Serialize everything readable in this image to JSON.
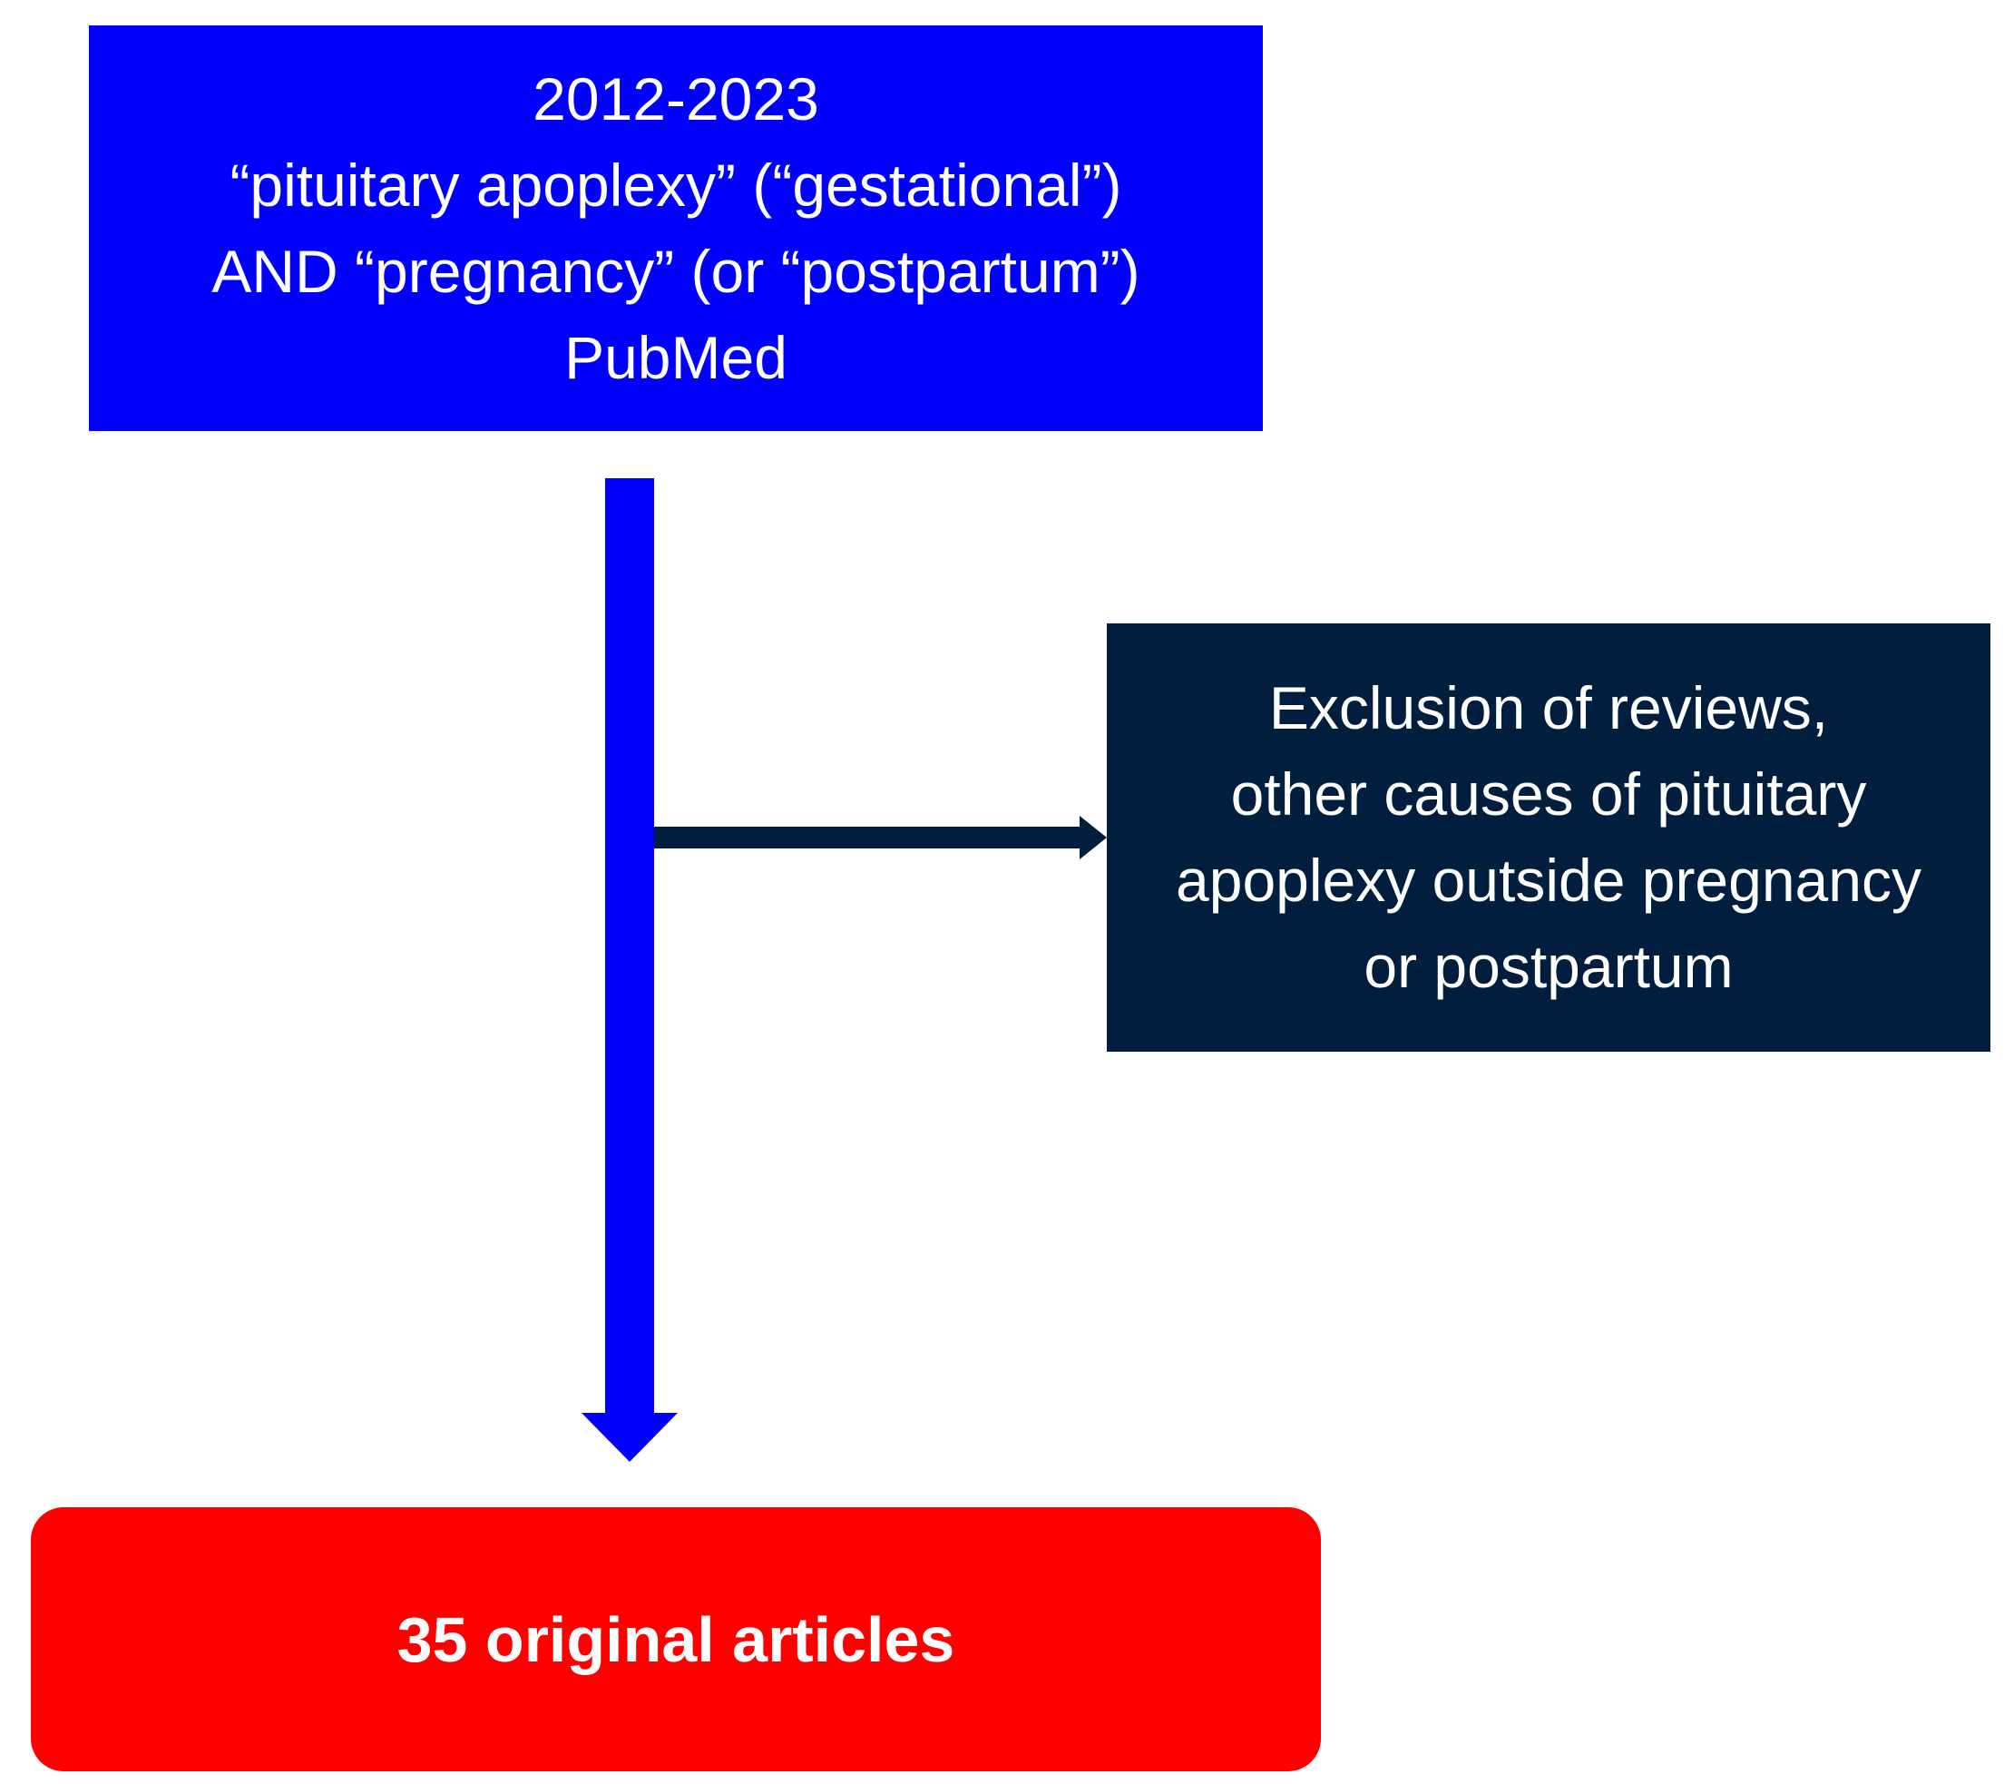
{
  "diagram": {
    "search": {
      "lines": [
        "2012-2023",
        "“pituitary apoplexy”  (“gestational”)",
        "AND “pregnancy”  (or “postpartum”)",
        "PubMed"
      ]
    },
    "exclusion": {
      "lines": [
        "Exclusion of reviews,",
        "other causes of pituitary",
        "apoplexy outside pregnancy",
        "or postpartum"
      ]
    },
    "result": {
      "label": "35 original articles"
    },
    "colors": {
      "search_box": "#0000fb",
      "exclusion_box": "#021e3e",
      "result_box": "#ff0000",
      "main_arrow": "#0000fb",
      "side_arrow": "#021e3e",
      "text": "#ffffff"
    }
  }
}
